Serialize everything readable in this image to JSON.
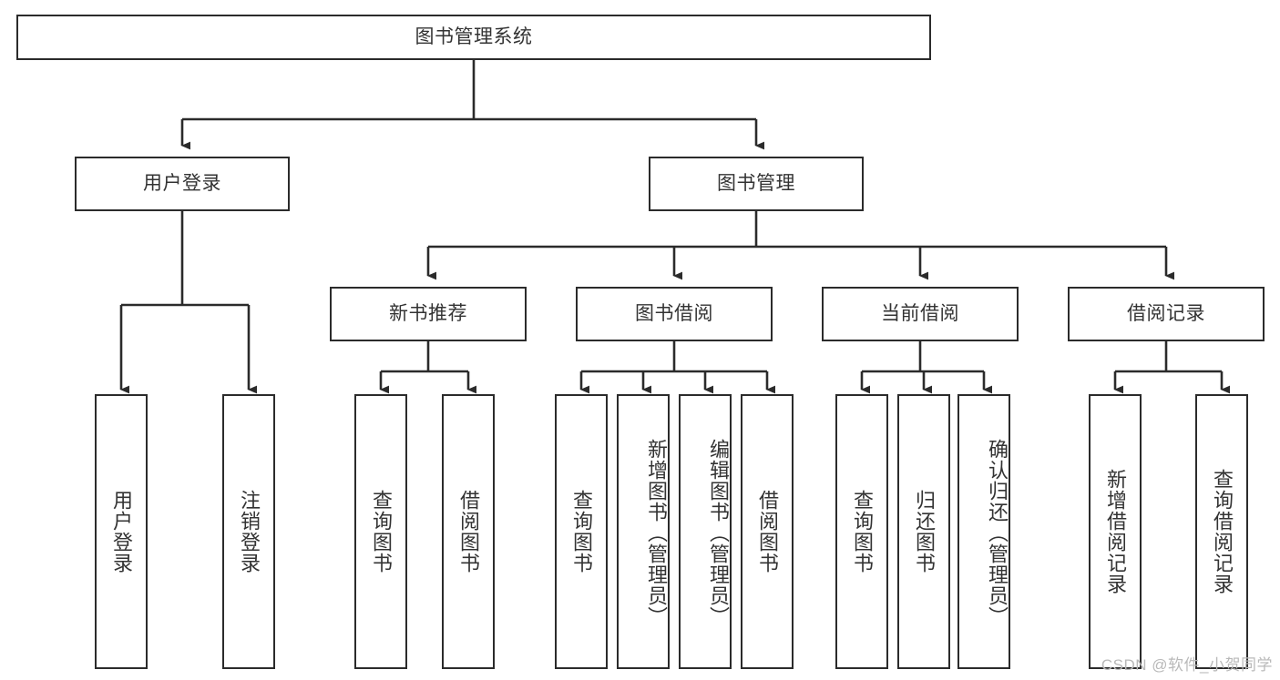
{
  "diagram": {
    "title_node": {
      "id": "root",
      "label": "图书管理系统"
    },
    "colors": {
      "border": "#2b2b2b",
      "text": "#333333",
      "background": "#ffffff",
      "edge": "#2b2b2b",
      "watermark": "#b9b9b9"
    },
    "level2": [
      {
        "id": "user-login",
        "label": "用户登录"
      },
      {
        "id": "book-management",
        "label": "图书管理"
      }
    ],
    "level3": [
      {
        "id": "new-book-recommend",
        "label": "新书推荐"
      },
      {
        "id": "book-borrow",
        "label": "图书借阅"
      },
      {
        "id": "current-borrow",
        "label": "当前借阅"
      },
      {
        "id": "borrow-record",
        "label": "借阅记录"
      }
    ],
    "leaves": {
      "user_login": [
        {
          "id": "leaf-user-login",
          "label": "用户登录"
        },
        {
          "id": "leaf-logout",
          "label": "注销登录"
        }
      ],
      "new_book_recommend": [
        {
          "id": "leaf-query-book-1",
          "label": "查询图书"
        },
        {
          "id": "leaf-borrow-book-1",
          "label": "借阅图书"
        }
      ],
      "book_borrow": [
        {
          "id": "leaf-query-book-2",
          "label": "查询图书"
        },
        {
          "id": "leaf-add-book",
          "label": "新增图书（管理员）"
        },
        {
          "id": "leaf-edit-book",
          "label": "编辑图书（管理员）"
        },
        {
          "id": "leaf-borrow-book-2",
          "label": "借阅图书"
        }
      ],
      "current_borrow": [
        {
          "id": "leaf-query-book-3",
          "label": "查询图书"
        },
        {
          "id": "leaf-return-book",
          "label": "归还图书"
        },
        {
          "id": "leaf-confirm-return",
          "label": "确认归还（管理员）"
        }
      ],
      "borrow_record": [
        {
          "id": "leaf-add-record",
          "label": "新增借阅记录"
        },
        {
          "id": "leaf-query-record",
          "label": "查询借阅记录"
        }
      ]
    }
  },
  "watermark": {
    "text": "CSDN @软件_小贺同学"
  }
}
